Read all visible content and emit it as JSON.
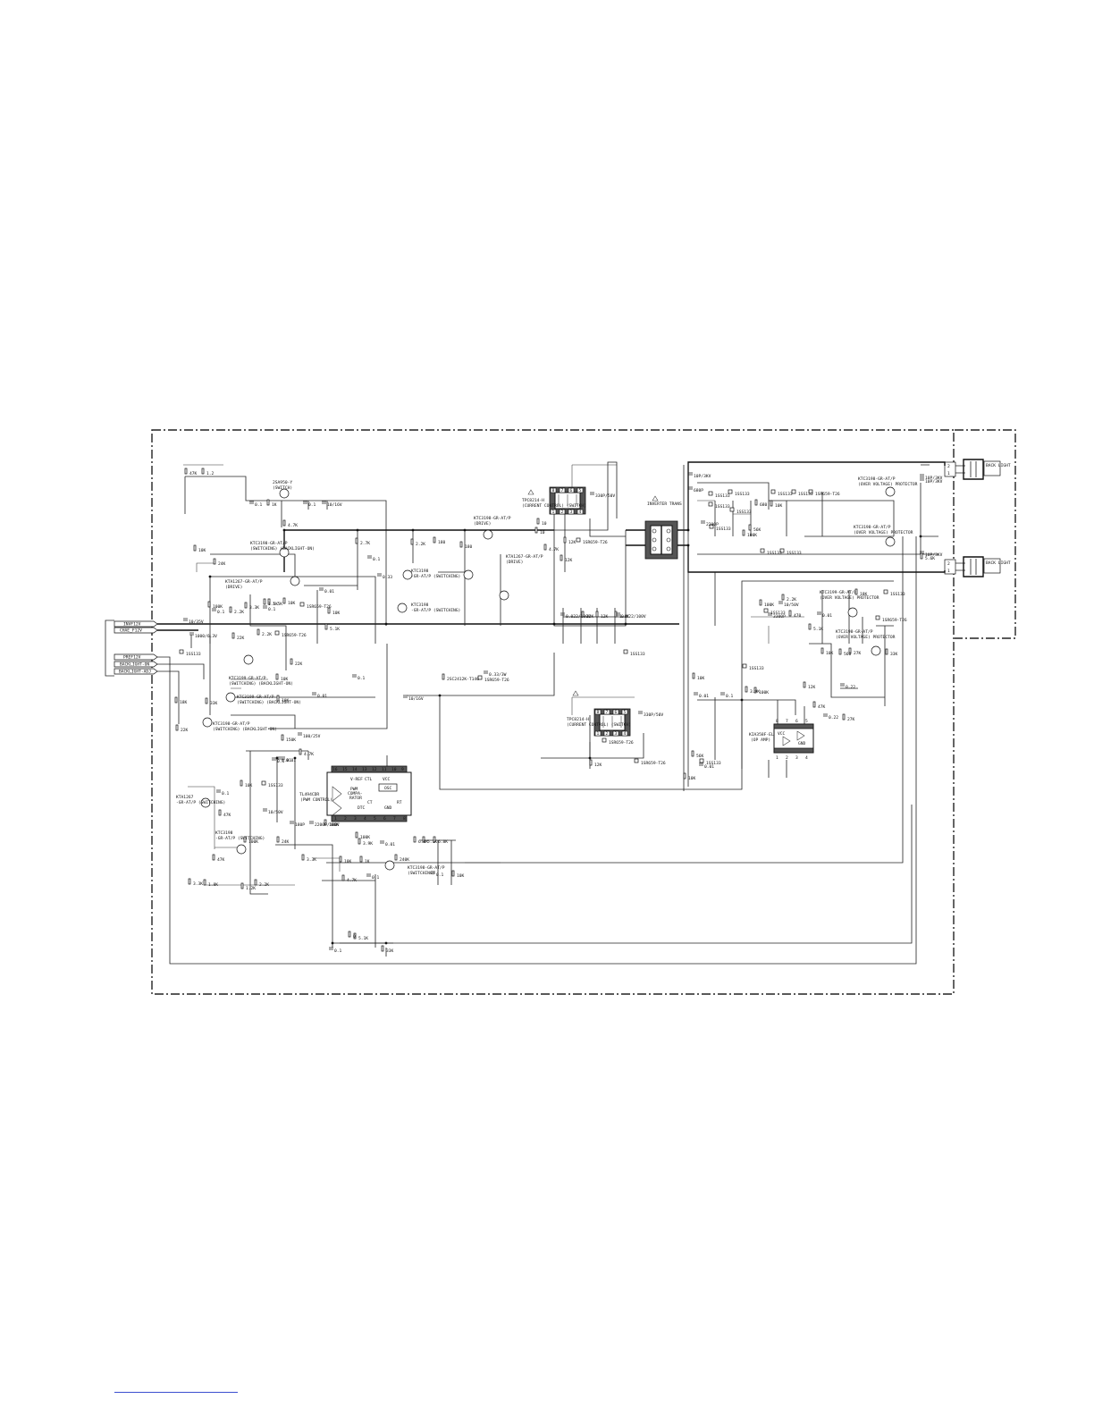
{
  "connectors": {
    "left": [
      "INVF12V",
      "CHAE_F12V",
      "PREF12V",
      "BACKLIGHT-ON",
      "BACKLIGHT-ADJ"
    ],
    "right_top": {
      "title": "BACK LIGHT",
      "pins": [
        "2",
        "1"
      ]
    },
    "right_bottom": {
      "title": "BACK LIGHT",
      "pins": [
        "2",
        "1"
      ]
    }
  },
  "ics": [
    {
      "id": "ic-pwm",
      "part": "TL494CDR",
      "role": "(PWM CONTROL)",
      "inner": [
        "V-REF",
        "CTL",
        "VCC",
        "PWM",
        "COMPA-",
        "RATOR",
        "OSC",
        "DTC",
        "GND",
        "CT",
        "RT"
      ],
      "pins_top": [
        "16",
        "15",
        "14",
        "13",
        "12",
        "11",
        "10",
        "9"
      ],
      "pins_bottom": [
        "1",
        "2",
        "3",
        "4",
        "5",
        "6",
        "7",
        "8"
      ]
    },
    {
      "id": "ic-sw1",
      "part": "TPC8214-H",
      "role": "(CURRENT CONTROL) (SWITCH)",
      "pins_top": [
        "8",
        "7",
        "6",
        "5"
      ],
      "pins_bottom": [
        "1",
        "2",
        "3",
        "4"
      ]
    },
    {
      "id": "ic-sw2",
      "part": "TPC8214-H",
      "role": "(CURRENT CONTROL) (SWITCH)",
      "pins_top": [
        "8",
        "7",
        "6",
        "5"
      ],
      "pins_bottom": [
        "1",
        "2",
        "3",
        "4"
      ]
    },
    {
      "id": "ic-amp",
      "part": "KIA358F-EL",
      "role": "(OP AMP)",
      "inner": [
        "VCC",
        "GND"
      ],
      "pins_top": [
        "8",
        "7",
        "6",
        "5"
      ],
      "pins_bottom": [
        "1",
        "2",
        "3",
        "4"
      ]
    }
  ],
  "transformer": {
    "label": "INVERTER TRANS"
  },
  "transistors": [
    {
      "part": "KTC3198-GR-AT/P",
      "role": "(SWITCHING) (BACKLIGHT-ON)"
    },
    {
      "part": "KTA1267-GR-AT/P",
      "role": "(DRIVE)"
    },
    {
      "part": "KTC3199-GR-AT/P",
      "role": "(SWITCHING) (BACKLIGHT-ON)"
    },
    {
      "part": "KTC3199-GR-AT/P",
      "role": "(SWITCHING) (BACKLIGHT-ON)"
    },
    {
      "part": "KTC3198-GR-AT/P",
      "role": "(SWITCHING) (BACKLIGHT-ON)"
    },
    {
      "part": "KTA1267",
      "role": "-GR-AT/P (SWITCHING)"
    },
    {
      "part": "KTC3198",
      "role": "-GR-AT/P (SWITCHING)"
    },
    {
      "part": "KTC3198",
      "role": "-GR-AT/P (SWITCHING)"
    },
    {
      "part": "KTC3198-GR-AT/P",
      "role": "(SWITCHING)"
    },
    {
      "part": "KTC3198",
      "role": "-GR-AT/P (SWITCHING)"
    },
    {
      "part": "KTA1267-GR-AT/P",
      "role": "(DRIVE)"
    },
    {
      "part": "KTC3198-GR-AT/P",
      "role": "(DRIVE)"
    },
    {
      "part": "KTC3198-GR-AT/P",
      "role": "(OVER VOLTAGE) PROTECTOR"
    },
    {
      "part": "KTC3198-GR-AT/P",
      "role": "(OVER VOLTAGE) PROTECTOR"
    },
    {
      "part": "KTC3199-GR-AT/P",
      "role": "(OVER VOLTAGE) PROTECTOR"
    },
    {
      "part": "KTC3198-GR-AT/P",
      "role": "(OVER VOLTAGE) PROTECTOR"
    }
  ],
  "other_parts": [
    "2SA950-Y",
    "(SWITCH)"
  ],
  "components": [
    "47K",
    "1.2",
    "0.1",
    "1K",
    "0.1",
    "10/16V",
    "4.7K",
    "10K",
    "24K",
    "100K",
    "0.1",
    "2.2K",
    "1SS133",
    "1000/6.3V",
    "33K",
    "18K",
    "22K",
    "22K",
    "2.2K",
    "0.1",
    "10K",
    "1.5K",
    "1SR659-T26",
    "1SR659-T26",
    "5.1K",
    "22K",
    "10K",
    "10K",
    "1.5K",
    "3.3K",
    "2.7K",
    "0.1",
    "0.01",
    "0.33",
    "10K",
    "100/25V",
    "150K",
    "0.01",
    "4.7K",
    "0.01",
    "2.2K",
    "180",
    "180",
    "10",
    "10",
    "4.7K",
    "12K",
    "1SR659-T26",
    "12K",
    "0.022/100V",
    "12K",
    "12K",
    "1.8K",
    "1SS133",
    "0.022/100V",
    "12K",
    "1SR659-T26",
    "1SR659-T26",
    "330P/50V",
    "330P/50V",
    "10P/3KV",
    "680P",
    "1SS133",
    "1SS133",
    "1SS133",
    "680",
    "1SS133",
    "10K",
    "1SS133",
    "1SR659-T26",
    "10P/3KV",
    "10P/3KV",
    "10P/3KV",
    "5.6K",
    "1SS133",
    "1SS133",
    "1SS133",
    "2200P",
    "1SS133",
    "100K",
    "56K",
    "10K",
    "0.01",
    "0.1",
    "100K",
    "56K",
    "10K",
    "0.01",
    "1SS133",
    "1SS133",
    "3.9K",
    "0.22",
    "12K",
    "0.22",
    "27K",
    "18K",
    "1SS133",
    "1SR659-T26",
    "33K",
    "47K",
    "100K",
    "10/50V",
    "1SS133",
    "470",
    "2.2K",
    "3300P",
    "0.01",
    "27K",
    "10K",
    "5.1K",
    "560",
    "10/35V",
    "3.3K",
    "47K",
    "1.8K",
    "1.2K",
    "2.2K",
    "0.1",
    "10K",
    "47K",
    "24K",
    "100K",
    "1SS133",
    "10/50V",
    "180P",
    "2200P/100V",
    "100K",
    "100K",
    "3.9K",
    "0.01",
    "6.8K",
    "6.8K",
    "5.1K",
    "10K",
    "1K",
    "240K",
    "0.1",
    "10K",
    "0.1",
    "4.7K",
    "0",
    "5.1K",
    "0.1",
    "33K",
    "3.3K",
    "0.1",
    "0.01",
    "0.1",
    "10/16V",
    "2SC2412K-T146",
    "1SR659-T26",
    "0.33/3W"
  ]
}
